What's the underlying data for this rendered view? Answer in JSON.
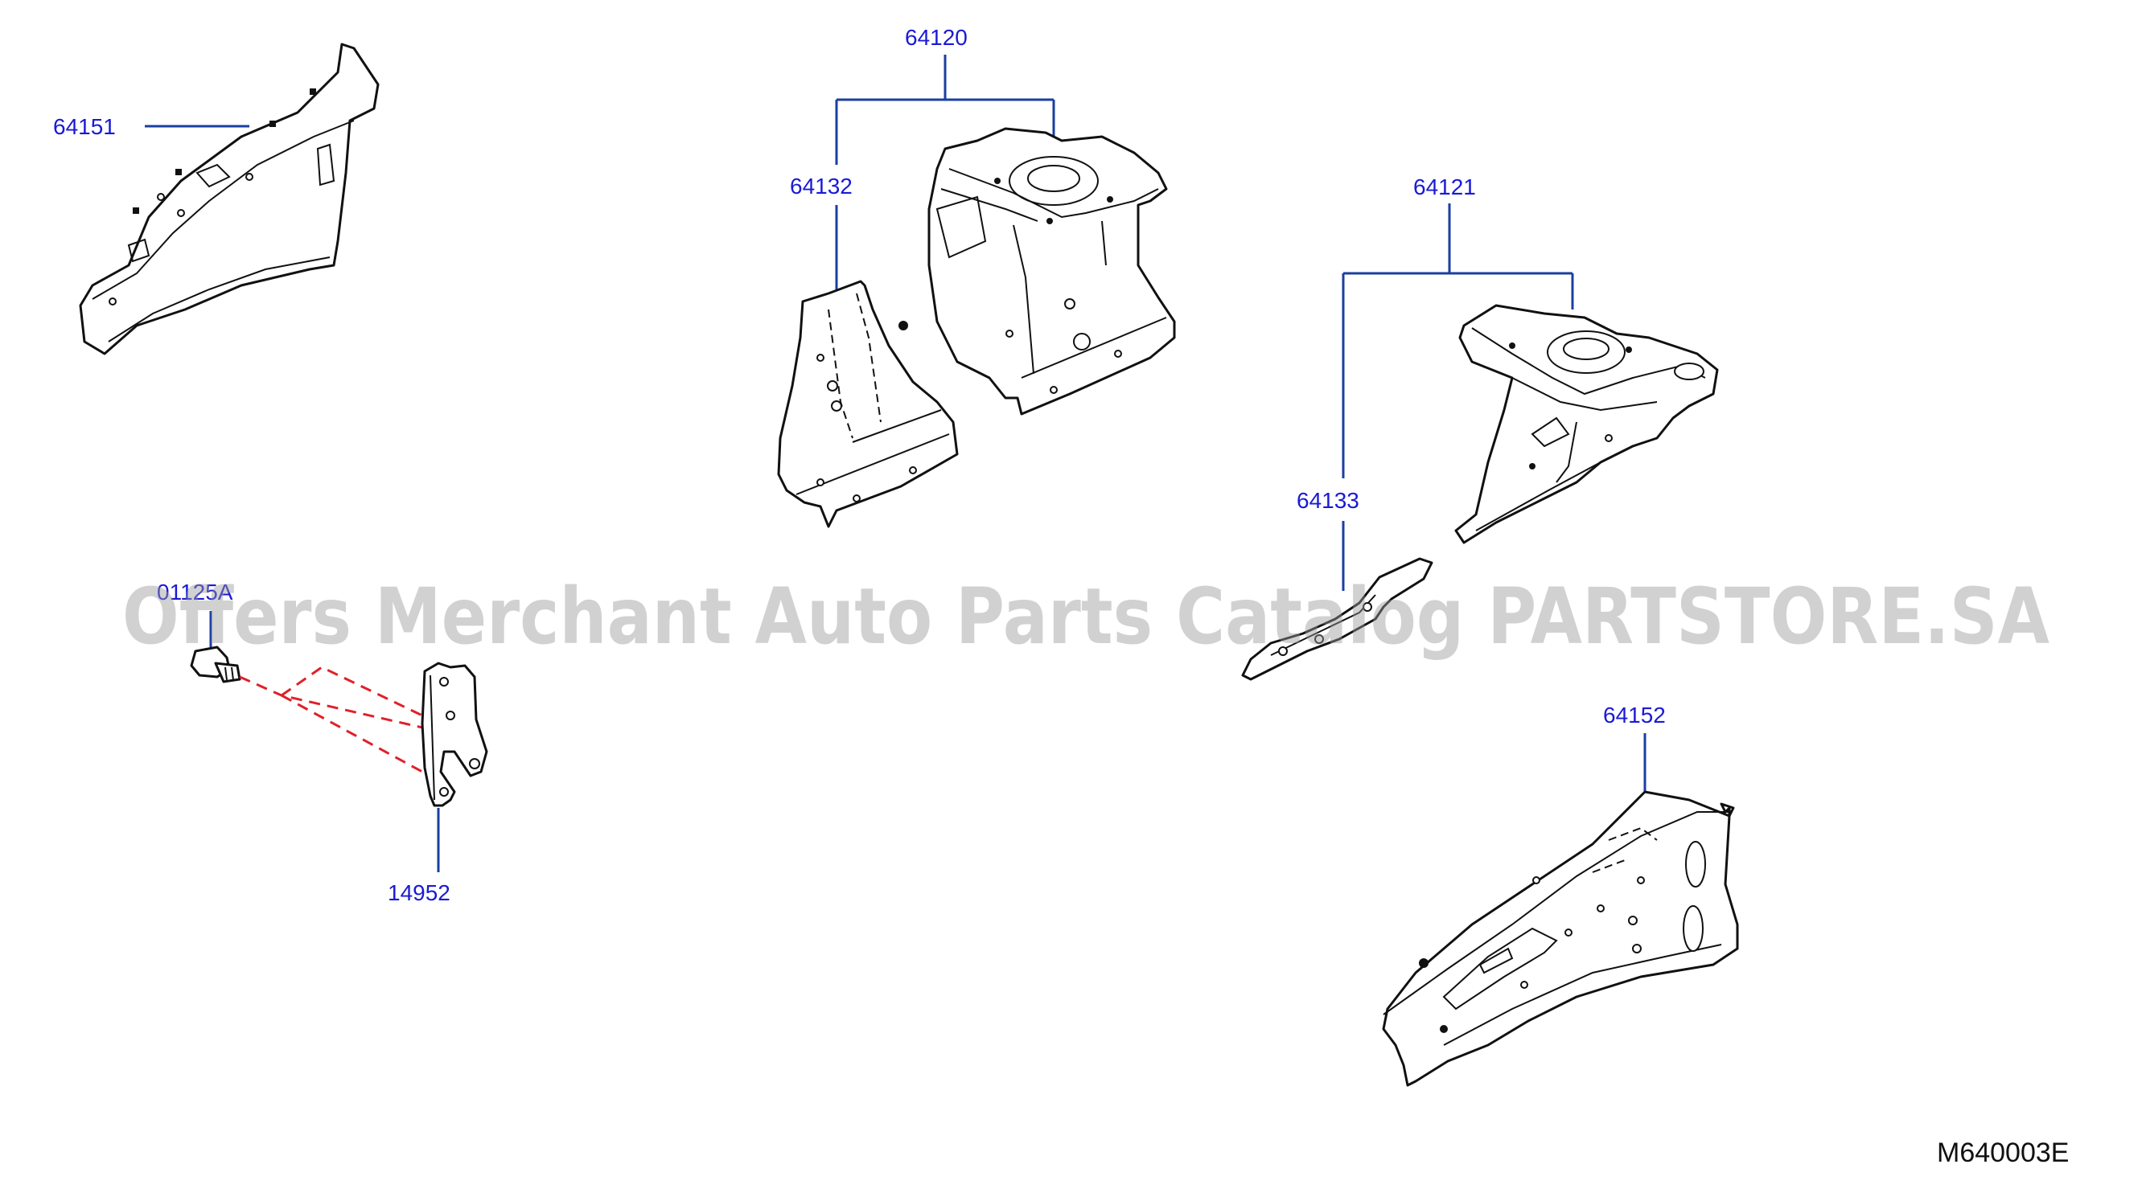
{
  "diagram": {
    "part_labels": {
      "p64151": "64151",
      "p64120": "64120",
      "p64132": "64132",
      "p64121": "64121",
      "p64133": "64133",
      "p01125": "01125A",
      "p14952": "14952",
      "p64152": "64152"
    },
    "diagram_code": "M640003E",
    "watermark": "Offers Merchant Auto Parts Catalog PARTSTORE.SA",
    "colors": {
      "label": "#1a1ad6",
      "leader": "#1a3fa0",
      "fastener_path": "#e0202a",
      "watermark": "#9a9a9a"
    }
  }
}
